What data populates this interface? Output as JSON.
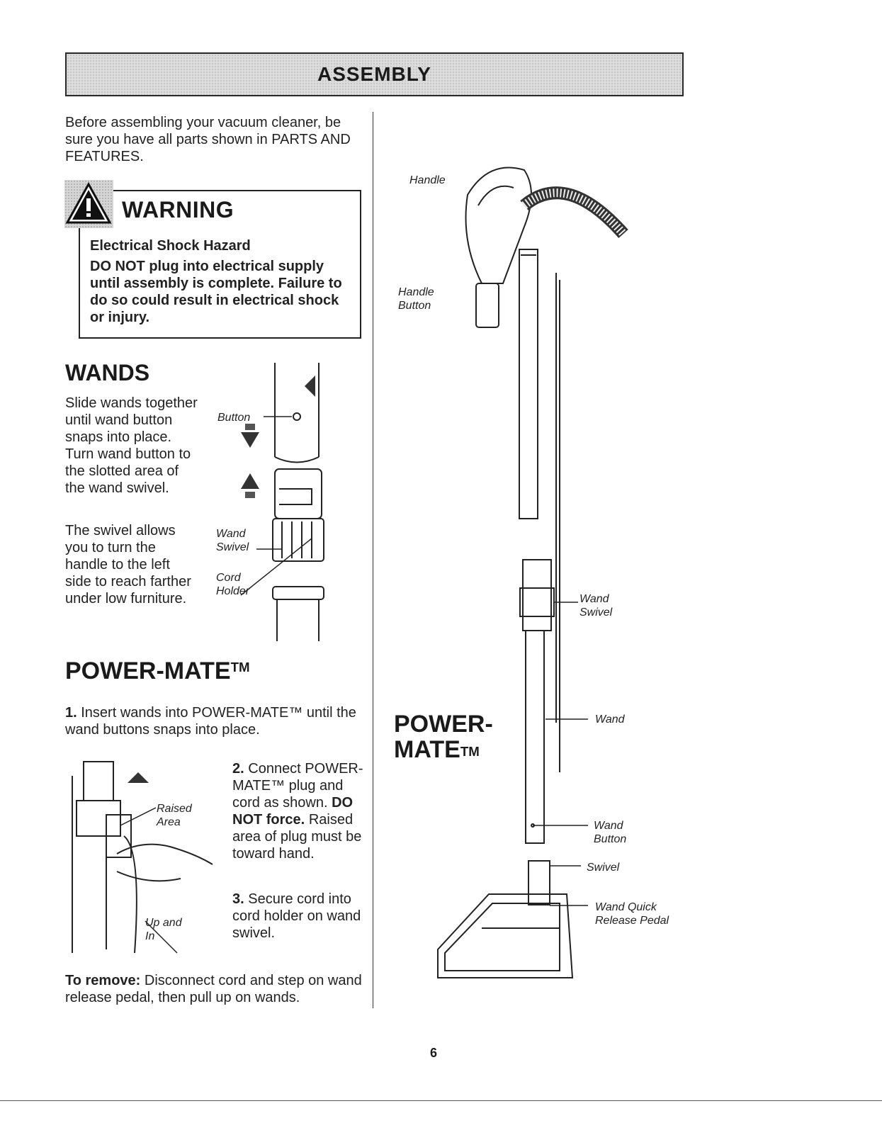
{
  "header": {
    "title": "ASSEMBLY"
  },
  "intro": {
    "text": "Before assembling your vacuum cleaner, be sure you have all parts shown in PARTS AND FEATURES."
  },
  "warning": {
    "title": "WARNING",
    "subtitle": "Electrical Shock Hazard",
    "text": "DO NOT plug into electrical supply until assembly is complete. Failure to do so could result in electrical shock or injury."
  },
  "wands": {
    "heading": "WANDS",
    "text": "Slide wands together until wand button snaps into place. Turn wand button to the slotted area of the wand swivel.",
    "swivel_text": "The swivel allows you to turn the handle to the left side to reach farther under low furniture.",
    "labels": {
      "button": "Button",
      "wand_swivel": "Wand Swivel",
      "cord_holder": "Cord Holder"
    }
  },
  "powermate": {
    "heading": "POWER-MATE",
    "tm": "TM",
    "step1_num": "1.",
    "step1_text": "Insert wands into POWER-MATE™ until the wand buttons snaps into place.",
    "step2_num": "2.",
    "step2_a": "Connect POWER-MATE™ plug and cord as shown.",
    "step2_bold": "DO NOT force.",
    "step2_b": "Raised area of plug must be toward hand.",
    "step3_num": "3.",
    "step3_text": "Secure cord into cord holder on wand swivel.",
    "remove_label": "To remove:",
    "remove_text": "Disconnect cord and step on wand release pedal, then pull up on wands.",
    "labels": {
      "raised_area": "Raised Area",
      "up_and_in": "Up and In"
    }
  },
  "right_figure": {
    "heading_line1": "POWER-",
    "heading_line2": "MATE",
    "tm": "TM",
    "labels": {
      "handle": "Handle",
      "handle_button": "Handle Button",
      "wand_swivel": "Wand Swivel",
      "wand": "Wand",
      "wand_button": "Wand Button",
      "swivel": "Swivel",
      "release_pedal": "Wand Quick Release Pedal"
    }
  },
  "footer": {
    "page_number": "6"
  },
  "icons": [
    "warning-triangle-icon"
  ]
}
